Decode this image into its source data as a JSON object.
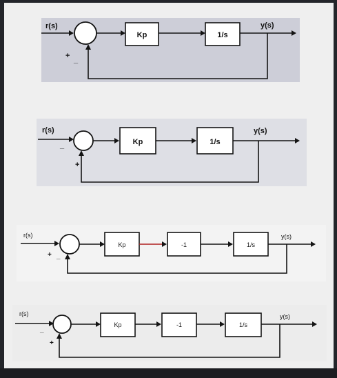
{
  "diagrams": [
    {
      "input": "r(s)",
      "output": "y(s)",
      "signs": [
        "+",
        "_"
      ],
      "blocks": [
        "Kp",
        "1/s"
      ]
    },
    {
      "input": "r(s)",
      "output": "y(s)",
      "signs": [
        "_",
        "+"
      ],
      "blocks": [
        "Kp",
        "1/s"
      ]
    },
    {
      "input": "r(s)",
      "output": "y(s)",
      "signs": [
        "+",
        "_"
      ],
      "blocks": [
        "Kp",
        "-1",
        "1/s"
      ]
    },
    {
      "input": "r(s)",
      "output": "y(s)",
      "signs": [
        "_",
        "+"
      ],
      "blocks": [
        "Kp",
        "-1",
        "1/s"
      ]
    }
  ]
}
